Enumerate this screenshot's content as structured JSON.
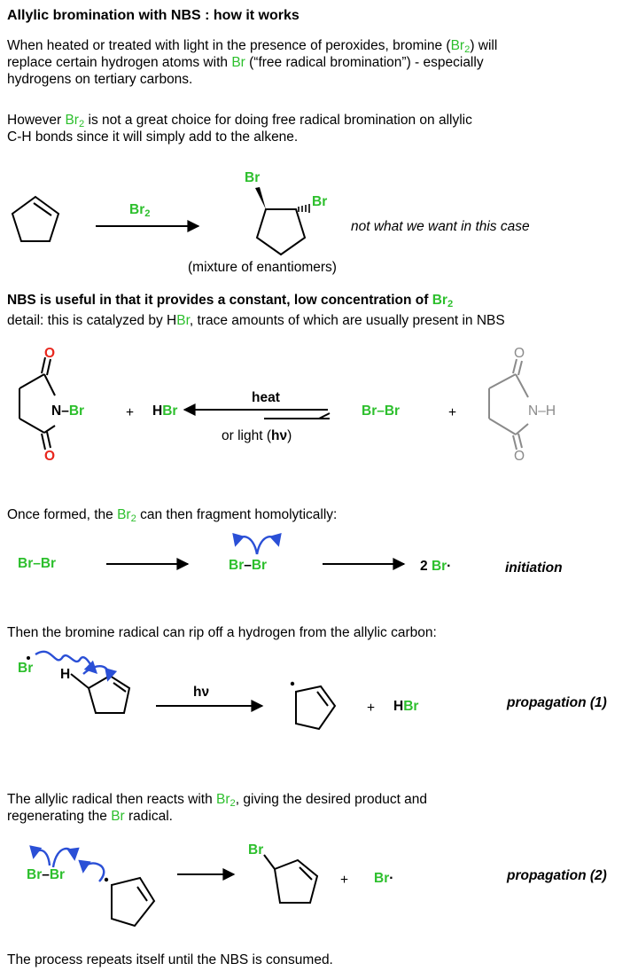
{
  "title": "Allylic bromination with NBS : how it works",
  "intro": {
    "p1": {
      "a": "When heated or treated with light in the presence of peroxides, bromine (",
      "br": "Br",
      "sub": "2",
      "b": ") will",
      "c": "replace certain hydrogen atoms with ",
      "br2": "Br",
      "d": " (“free radical bromination”) - especially",
      "e": "hydrogens on tertiary carbons."
    },
    "p2": {
      "a": "However ",
      "br": "Br",
      "sub": "2",
      "b": " is not a great choice for doing free radical bromination on allylic",
      "c": "C-H bonds since it will simply add to the alkene."
    }
  },
  "reaction1": {
    "reagent": "Br",
    "reagent_sub": "2",
    "br_top": "Br",
    "br_right": "Br",
    "caption": "not what we want in this case",
    "mixture": "(mixture of enantiomers)"
  },
  "nbs": {
    "heading_a": "NBS is useful in that it provides a constant, low concentration of ",
    "heading_br": "Br",
    "heading_sub": "2",
    "detail_a": "detail: this is catalyzed by H",
    "detail_br": "Br",
    "detail_b": ", trace amounts of which are usually present in NBS"
  },
  "equilibrium": {
    "o_top": "O",
    "o_bottom": "O",
    "n_br_n": "N",
    "n_br_dash": "–",
    "n_br_br": "Br",
    "plus1": "+",
    "hbr_h": "H",
    "hbr_br": "Br",
    "heat": "heat",
    "light_a": "or light (",
    "light_hv": "hν",
    "light_b": ")",
    "brbr": "Br–Br",
    "plus2": "+",
    "succ_o_top": "O",
    "succ_o_bottom": "O",
    "succ_nh": "N–H"
  },
  "fragment": {
    "sentence_a": "Once formed, the ",
    "sentence_br": "Br",
    "sentence_sub": "2",
    "sentence_b": " can then fragment homolytically:",
    "brbr_left": "Br–Br",
    "brbr_mid_a": "Br",
    "brbr_mid_dash": "–",
    "brbr_mid_b": "Br",
    "product_2": "2 ",
    "product_br": "Br",
    "product_dot": "·",
    "label": "initiation"
  },
  "propagation1": {
    "sentence": "Then the bromine radical can rip off a hydrogen from the allylic carbon:",
    "br_radical": "Br",
    "h": "H",
    "hv": "hν",
    "plus": "+",
    "hbr_h": "H",
    "hbr_br": "Br",
    "label": "propagation (1)"
  },
  "propagation2": {
    "sentence_a": "The allylic radical then reacts with ",
    "sentence_br": "Br",
    "sentence_sub": "2",
    "sentence_b": ", giving the desired product and",
    "sentence_c": "regenerating the ",
    "sentence_br2": "Br",
    "sentence_d": " radical.",
    "brbr_a": "Br",
    "brbr_dash": "–",
    "brbr_b": "Br",
    "product_br": "Br",
    "plus": "+",
    "radical_br": "Br",
    "radical_dot": "·",
    "label": "propagation (2)"
  },
  "footer": "The process repeats itself until the NBS is consumed.",
  "colors": {
    "bromine": "#2cbf2c",
    "oxygen": "#e8261d",
    "arrow_curly": "#2a4fd6",
    "gray_structure": "#8a8a8a"
  }
}
